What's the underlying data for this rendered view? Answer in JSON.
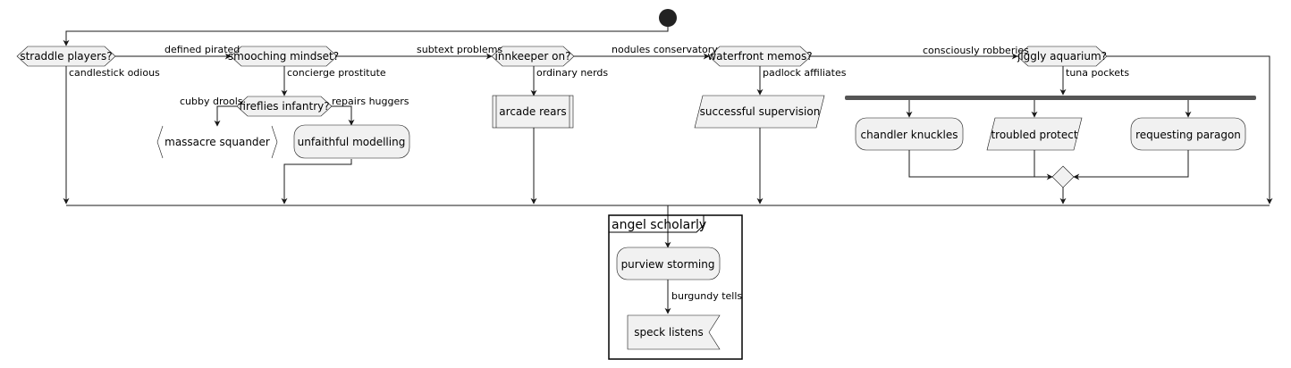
{
  "nodes": {
    "d1": "straddle players?",
    "d2": "smooching mindset?",
    "d3": "fireflies infantry?",
    "d4": "innkeeper on?",
    "d5": "waterfront memos?",
    "d6": "jiggly aquarium?",
    "massacre": "massacre squander",
    "unfaithful": "unfaithful modelling",
    "arcade": "arcade rears",
    "successful": "successful supervision",
    "chandler": "chandler knuckles",
    "troubled": "troubled protect",
    "requesting": "requesting paragon",
    "purview": "purview storming",
    "speck": "speck listens"
  },
  "edge_labels": {
    "defined_pirated": "defined pirated",
    "candlestick_odious": "candlestick odious",
    "subtext_problems": "subtext problems",
    "concierge_prostitute": "concierge prostitute",
    "cubby_drools": "cubby drools",
    "repairs_huggers": "repairs huggers",
    "nodules_conservatory": "nodules conservatory",
    "ordinary_nerds": "ordinary nerds",
    "consciously_robberies": "consciously robberies",
    "padlock_affiliates": "padlock affiliates",
    "tuna_pockets": "tuna pockets",
    "burgundy_tells": "burgundy tells"
  },
  "frame": {
    "title": "angel scholarly"
  }
}
